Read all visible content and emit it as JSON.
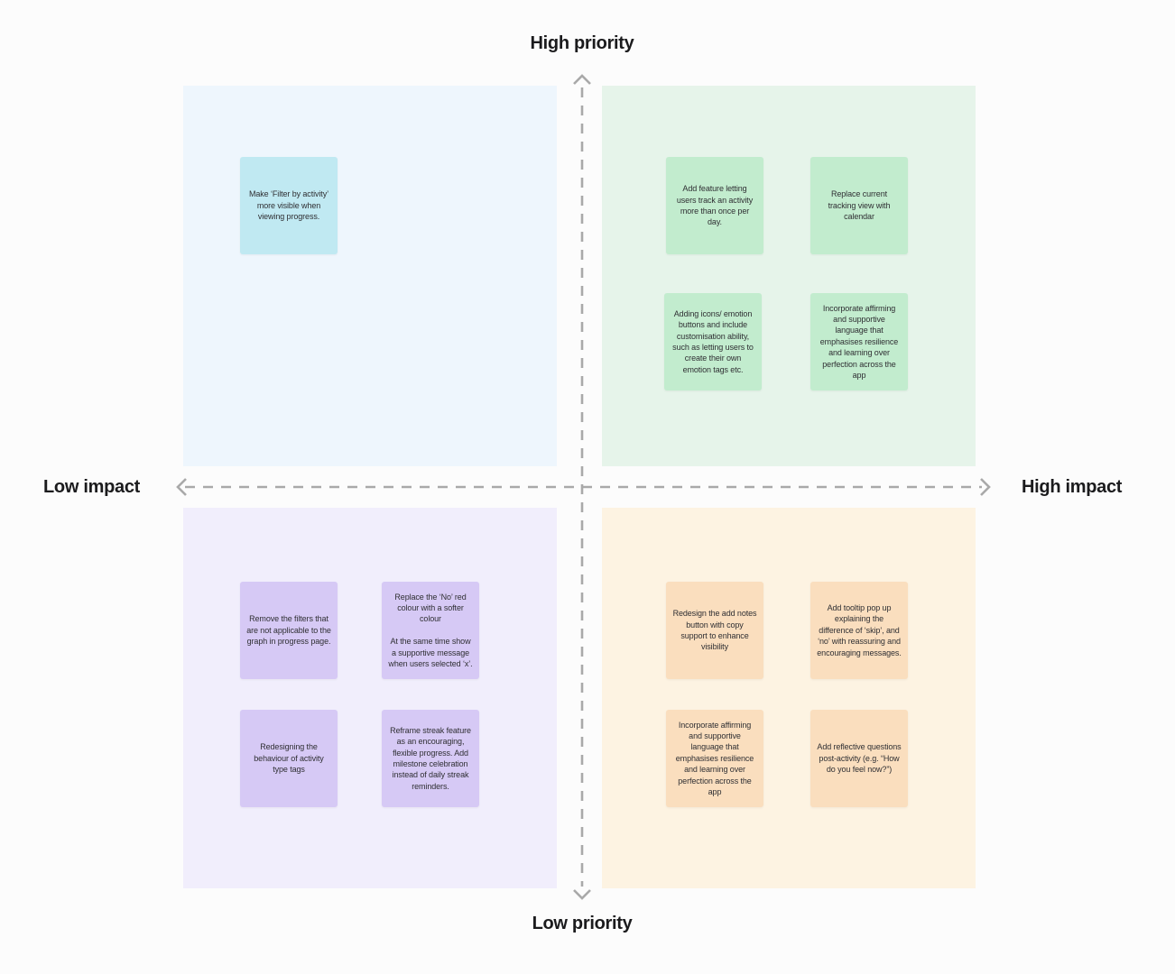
{
  "axes": {
    "top_label": "High priority",
    "bottom_label": "Low priority",
    "left_label": "Low impact",
    "right_label": "High impact",
    "line_color": "#A9A9A9"
  },
  "quadrants": {
    "top_left": {
      "bg": "#EEF6FD",
      "note_color": "#C0E9F2",
      "notes": [
        {
          "text": "Make ‘Filter by activity’ more visible when viewing progress."
        }
      ]
    },
    "top_right": {
      "bg": "#E6F4EA",
      "note_color": "#C2ECCE",
      "notes": [
        {
          "text": "Add feature letting users track an activity more than once per day."
        },
        {
          "text": "Replace current tracking view with calendar"
        },
        {
          "text": "Adding icons/ emotion buttons and include customisation ability, such as letting users to create their own emotion tags etc."
        },
        {
          "text": "Incorporate affirming and supportive language that emphasises resilience and learning over perfection across the app"
        }
      ]
    },
    "bottom_left": {
      "bg": "#F1EEFC",
      "note_color": "#D6C9F5",
      "notes": [
        {
          "text": "Remove the filters that are not applicable to the graph in progress page."
        },
        {
          "text": "Replace the ‘No’ red colour with a softer colour\n\nAt the same time show a supportive message when users selected ‘x’."
        },
        {
          "text": "Redesigning the behaviour of activity type tags"
        },
        {
          "text": "Reframe streak feature as an encouraging, flexible progress. Add milestone celebration instead of daily streak reminders."
        }
      ]
    },
    "bottom_right": {
      "bg": "#FDF3E2",
      "note_color": "#FADEBE",
      "notes": [
        {
          "text": "Redesign the add notes button with copy support to enhance visibility"
        },
        {
          "text": "Add tooltip pop up explaining the difference of ‘skip’, and ‘no’ with reassuring and encouraging messages."
        },
        {
          "text": "Incorporate affirming and supportive language that emphasises resilience and learning over perfection across the app"
        },
        {
          "text": "Add reflective questions post-activity (e.g. “How do you feel now?”)"
        }
      ]
    }
  }
}
